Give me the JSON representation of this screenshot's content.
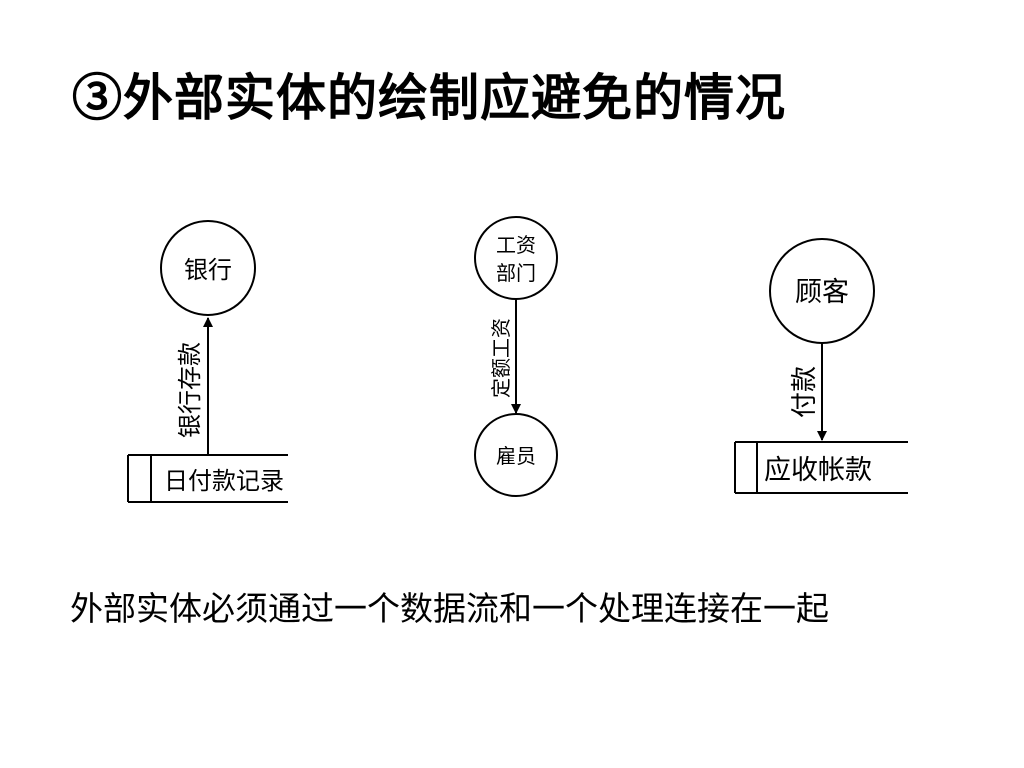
{
  "title": "③外部实体的绘制应避免的情况",
  "caption": "外部实体必须通过一个数据流和一个处理连接在一起",
  "examples": [
    {
      "entity": "银行",
      "flow": "银行存款",
      "store": "日付款记录"
    },
    {
      "source_line1": "工资",
      "source_line2": "部门",
      "flow": "定额工资",
      "target": "雇员"
    },
    {
      "entity": "顾客",
      "flow": "付款",
      "store": "应收帐款"
    }
  ]
}
